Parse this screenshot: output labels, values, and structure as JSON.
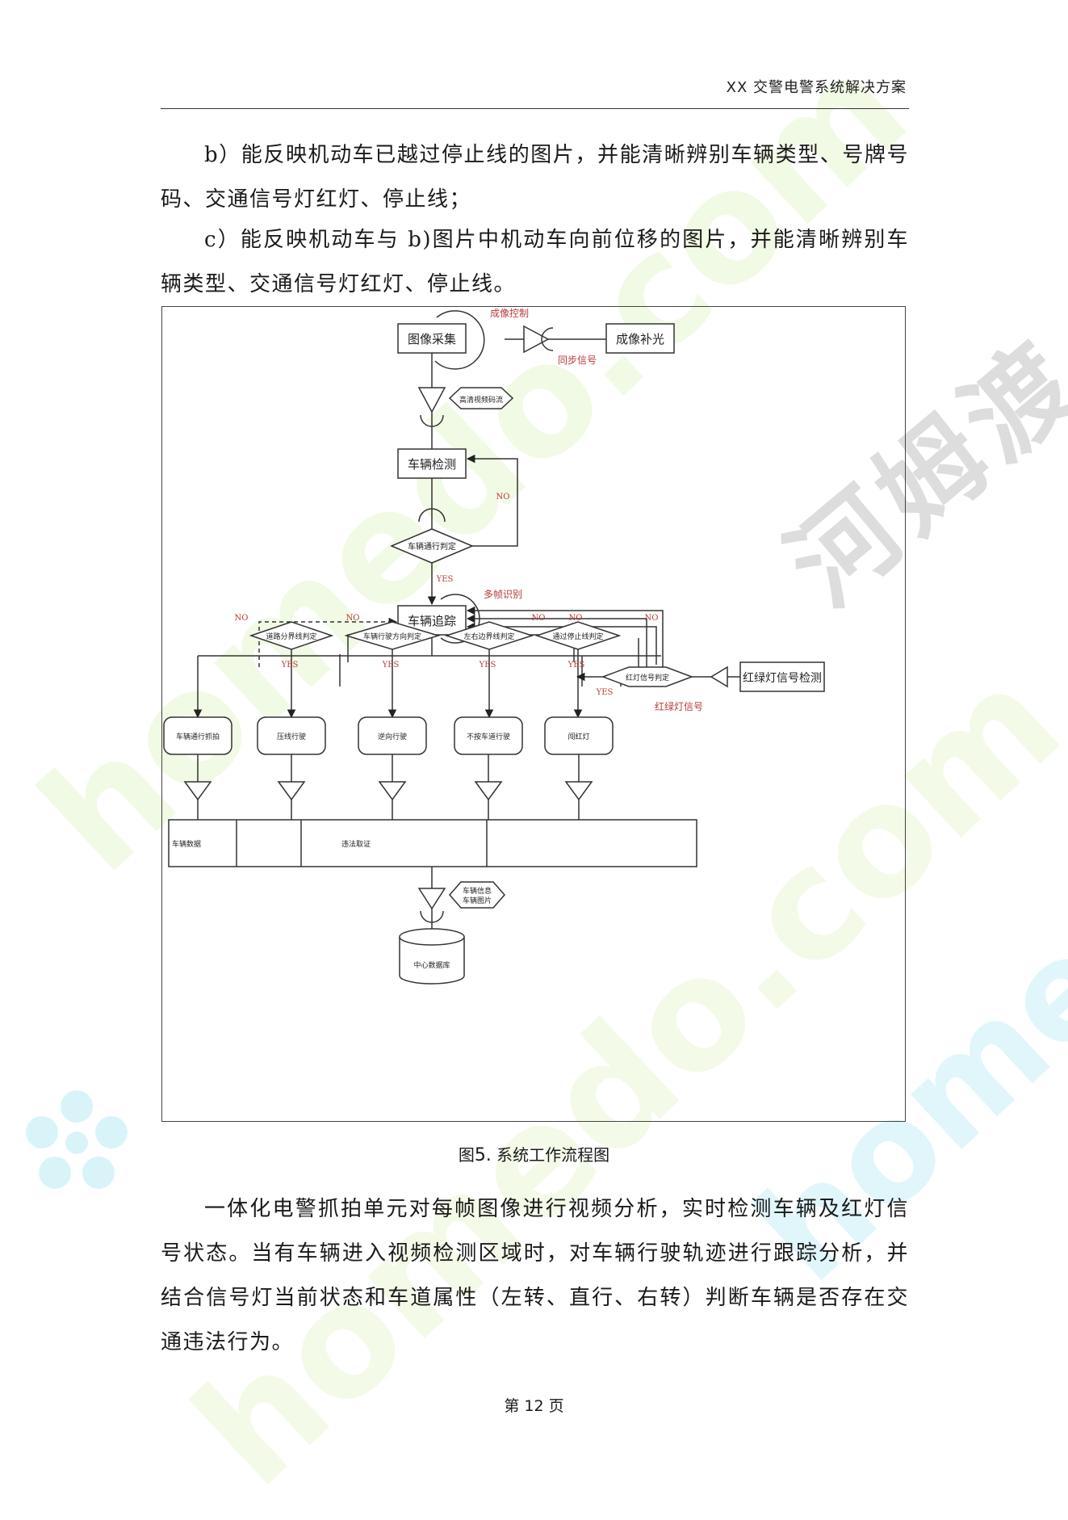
{
  "header": {
    "title": "XX 交警电警系统解决方案"
  },
  "paragraphs": {
    "p1": "b）能反映机动车已越过停止线的图片，并能清晰辨别车辆类型、号牌号码、交通信号灯红灯、停止线；",
    "p2": "c）能反映机动车与 b)图片中机动车向前位移的图片，并能清晰辨别车辆类型、交通信号灯红灯、停止线。",
    "p3": "一体化电警抓拍单元对每帧图像进行视频分析，实时检测车辆及红灯信号状态。当有车辆进入视频检测区域时，对车辆行驶轨迹进行跟踪分析，并结合信号灯当前状态和车道属性（左转、直行、右转）判断车辆是否存在交通违法行为。"
  },
  "flowchart": {
    "image_capture": "图像采集",
    "imaging_control": "成像控制",
    "imaging_fill_light": "成像补光",
    "sync_signal": "同步信号",
    "hd_stream": "高清视频码流",
    "vehicle_detect": "车辆检测",
    "no1": "NO",
    "vehicle_pass_judge": "车辆通行判定",
    "yes1": "YES",
    "vehicle_track": "车辆追踪",
    "multi_frame": "多帧识别",
    "decisions": [
      {
        "label": "道路分界线判定",
        "no": "NO",
        "yes": "YES"
      },
      {
        "label": "车辆行驶方向判定",
        "no": "NO",
        "yes": "YES"
      },
      {
        "label": "左右边界线判定",
        "no": "NO",
        "yes": "YES"
      },
      {
        "label": "通过停止线判定",
        "no": "NO",
        "yes": "YES"
      }
    ],
    "no_left": "NO",
    "red_light_judge": "红灯信号判定",
    "red_light_yes": "YES",
    "light_detect": "红绿灯信号检测",
    "light_signal": "红绿灯信号",
    "outcomes": [
      "车辆通行抓拍",
      "压线行驶",
      "逆向行驶",
      "不按车道行驶",
      "闯红灯"
    ],
    "data_cells": [
      "车辆数据",
      "",
      "违法取证",
      ""
    ],
    "vehicle_info_1": "车辆信息",
    "vehicle_info_2": "车辆图片",
    "database": "中心数据库"
  },
  "caption": {
    "prefix": "图",
    "number": "5.",
    "text": "系统工作流程图"
  },
  "footer": {
    "page": "第 12 页"
  },
  "watermarks": {
    "latin": "homedo.com",
    "chinese": "河姆渡"
  }
}
